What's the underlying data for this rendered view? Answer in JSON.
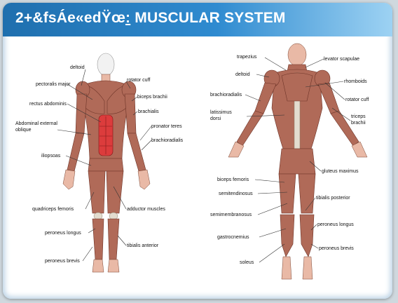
{
  "title": {
    "prefix": "2+&fsÁe«edŸœ",
    "separator": ":",
    "text": " MUSCULAR SYSTEM"
  },
  "front_labels": {
    "deltoid": "deltoid",
    "rotator_cuff": "rotator cuff",
    "pectoralis_major": "pectoralis major",
    "biceps_brachii": "biceps brachii",
    "rectus_abdominis": "rectus abdominis",
    "brachialis": "brachialis",
    "abdominal_external_oblique_1": "Abdominal external",
    "abdominal_external_oblique_2": "oblique",
    "pronator_teres": "pronator teres",
    "brachioradialis": "brachioradialis",
    "iliopsoas": "iliopsoas",
    "quadriceps_femoris": "quadriceps femoris",
    "adductor_muscles": "adductor muscles",
    "peroneus_longus": "peroneus longus",
    "tibialis_anterior": "tibialis anterior",
    "peroneus_brevis": "peroneus brevis"
  },
  "back_labels": {
    "trapezius": "trapezius",
    "levator_scapulae": "levator scapulae",
    "deltoid": "deltoid",
    "rhomboids": "rhomboids",
    "brachioradialis": "brachioradialis",
    "rotator_cuff": "rotator cuff",
    "latissimus_dorsi_1": "latissimus",
    "latissimus_dorsi_2": "dorsi",
    "triceps_brachii_1": "triceps",
    "triceps_brachii_2": "brachii",
    "gluteus_maximus": "gluteus maximus",
    "biceps_femoris": "biceps femoris",
    "semitendinosus": "semitendinosus",
    "tibialis_posterior": "tibialis posterior",
    "semimembranosus": "semimembranosus",
    "peroneus_longus": "peroneus longus",
    "gastrocnemius": "gastrocnemius",
    "peroneus_brevis": "peroneus brevis",
    "soleus": "soleus"
  }
}
